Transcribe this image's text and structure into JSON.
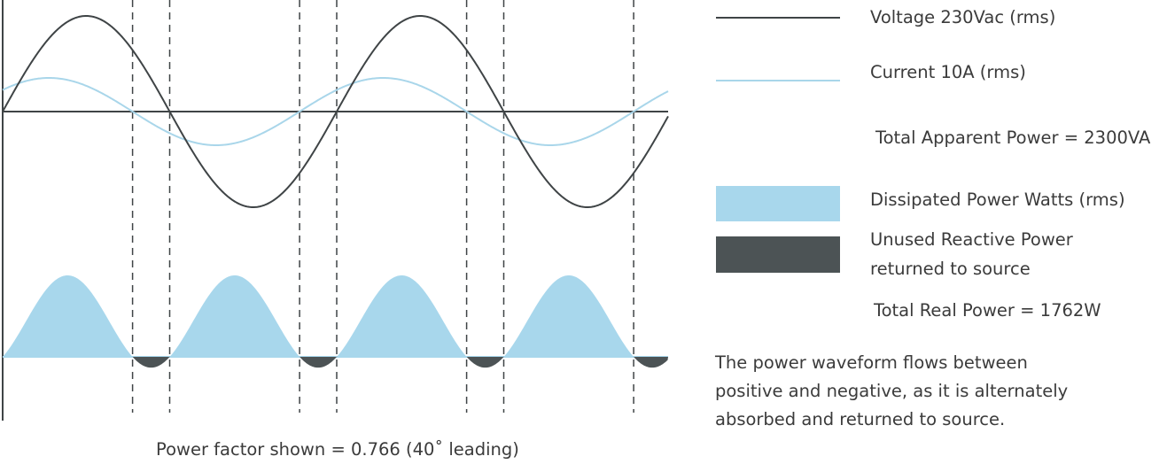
{
  "diagram": {
    "caption": "Power factor shown = 0.766 (40˚ leading)",
    "colors": {
      "voltage": "#3f4446",
      "current": "#a9d6ea",
      "dissipated": "#a8d7ec",
      "reactive": "#4c5355",
      "axis": "#3f4446",
      "dashed": "#3f4446"
    },
    "legend": {
      "voltage": "Voltage 230Vac (rms)",
      "current": "Current 10A (rms)",
      "apparent_power": "Total Apparent Power = 2300VA",
      "dissipated": "Dissipated Power Watts (rms)",
      "reactive_line1": "Unused Reactive Power",
      "reactive_line2": "returned to source",
      "real_power": "Total Real Power = 1762W"
    },
    "note": {
      "line1": "The power waveform flows between",
      "line2": "positive and negative, as it is alternately",
      "line3": "absorbed and returned to source."
    }
  }
}
